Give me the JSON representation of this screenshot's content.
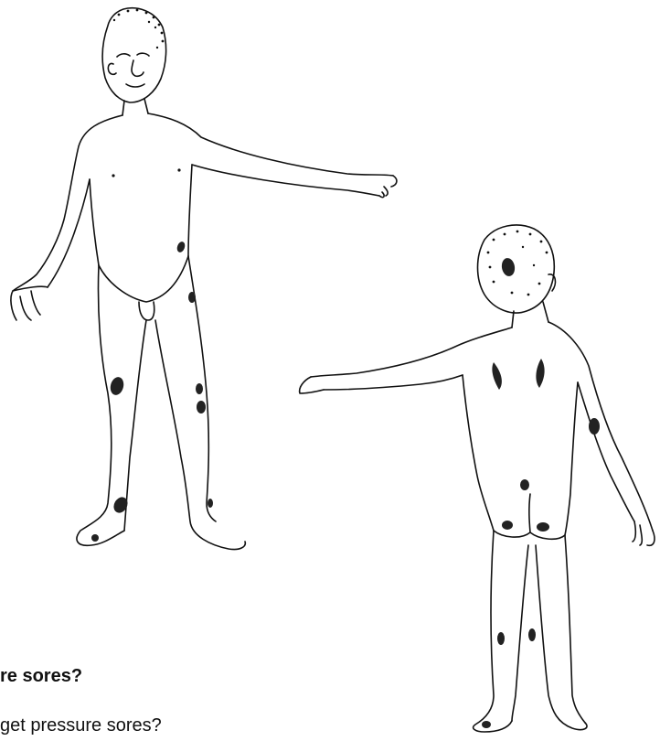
{
  "figure": {
    "front_figure": "boy-front-view",
    "back_figure": "boy-back-view",
    "sore_marks": "pressure-sore-spots"
  },
  "text": {
    "heading": "re sores?",
    "question": "get pressure sores?"
  },
  "colors": {
    "ink": "#111111",
    "background": "#ffffff"
  }
}
